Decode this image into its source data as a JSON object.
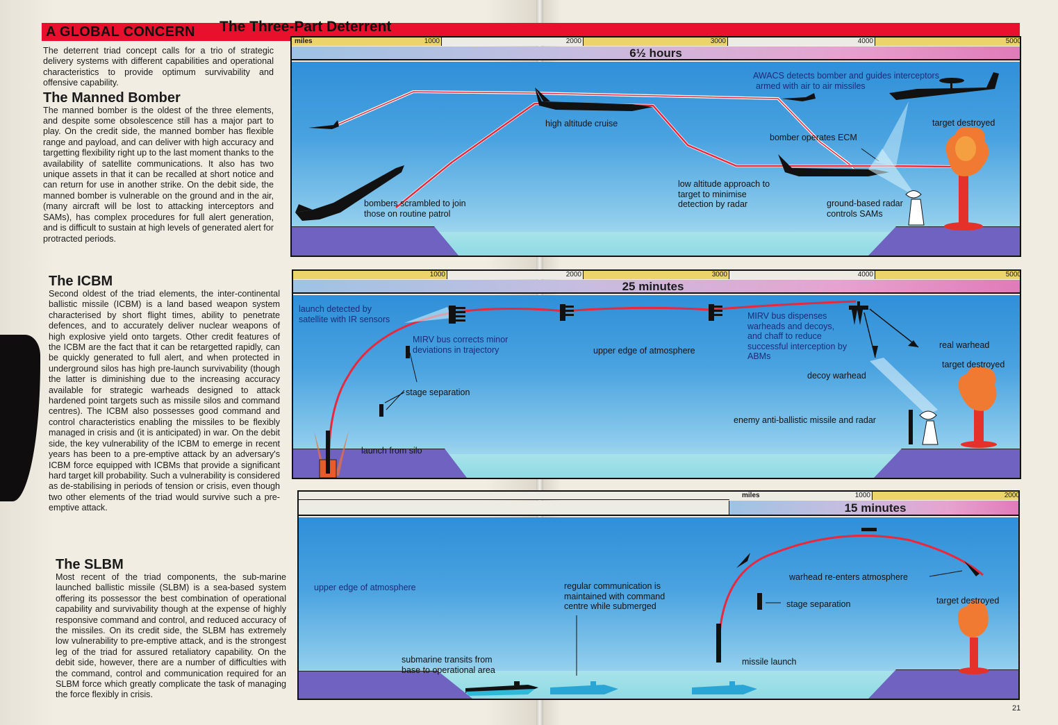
{
  "header": {
    "section": "A GLOBAL CONCERN",
    "title": "The Three-Part Deterrent"
  },
  "intro": "The deterrent triad concept calls for a trio of strategic delivery systems with different capabilities and operational characteristics to provide optimum survivability and offensive capability.",
  "sections": [
    {
      "heading": "The Manned Bomber",
      "body": "The manned bomber is the oldest of the three elements, and despite some obsolescence still has a major part to play. On the credit side, the manned bomber has flexible range and payload, and can deliver with high accuracy and targetting flexibility right up to the last moment thanks to the availability of satellite communications. It also has two unique assets in that it can be recalled at short notice and can return for use in another strike. On the debit side, the manned bomber is vulnerable on the ground and in the air, (many aircraft will be lost to attacking interceptors and SAMs), has complex procedures for full alert generation, and is difficult to sustain at high levels of generated alert for protracted periods."
    },
    {
      "heading": "The ICBM",
      "body": "Second oldest of the triad elements, the inter-continental ballistic missile (ICBM) is a land based weapon system characterised by short flight times, ability to penetrate defences, and to accurately deliver nuclear weapons of high explosive yield onto targets. Other credit features of the ICBM are the fact that it can be retargetted rapidly, can be quickly generated to full alert, and when protected in underground silos has high pre-launch survivability (though the latter is diminishing due to the increasing accuracy available for strategic warheads designed to attack hardened point targets such as missile silos and command centres). The ICBM also possesses good command and control characteristics enabling the missiles to be flexibly managed in crisis and (it is anticipated) in war. On the debit side, the key vulnerability of the ICBM to emerge in recent years has been to a pre-emptive attack by an adversary's ICBM force equipped with ICBMs that provide a significant hard target kill probability. Such a vulnerability is considered as de-stabilising in periods of tension or crisis, even though two other elements of the triad would survive such a pre-emptive attack."
    },
    {
      "heading": "The SLBM",
      "body": "Most recent of the triad components, the sub-marine launched ballistic missile (SLBM) is a sea-based system offering its possessor the best combination of operational capability and survivability though at the expense of highly responsive command and control, and reduced accuracy of the missiles. On its credit side, the SLBM has extremely low vulnerability to pre-emptive attack, and is the strongest leg of the triad for assured retaliatory capability. On the debit side, however, there are a number of difficulties with the command, control and communication required for an SLBM force which greatly complicate the task of managing the force flexibly in crisis."
    }
  ],
  "panels": {
    "bomber": {
      "scale_unit": "miles",
      "scale_ticks": [
        "1000",
        "2000",
        "3000",
        "4000",
        "5000"
      ],
      "time": "6½ hours",
      "labels": {
        "scramble": [
          "bombers scrambled to join",
          "those on routine patrol"
        ],
        "cruise": "high altitude cruise",
        "awacs": [
          "AWACS detects bomber and guides interceptors",
          "armed with air to air  missiles"
        ],
        "ecm": "bomber operates ECM",
        "low_alt": [
          "low altitude approach to",
          "target to minimise",
          "detection by radar"
        ],
        "radar": [
          "ground-based radar",
          "controls SAMs"
        ],
        "target": "target destroyed"
      }
    },
    "icbm": {
      "scale_ticks": [
        "1000",
        "2000",
        "3000",
        "4000",
        "5000"
      ],
      "time": "25 minutes",
      "labels": {
        "satellite": [
          "launch detected by",
          "satellite with IR sensors"
        ],
        "mirv_correct": [
          "MIRV bus corrects minor",
          "deviations in trajectory"
        ],
        "stage_sep": "stage separation",
        "silo": "launch from silo",
        "atmosphere": "upper edge of atmosphere",
        "mirv_dispense": [
          "MIRV bus dispenses",
          "warheads and decoys,",
          "and chaff to reduce",
          "successful interception by",
          "ABMs"
        ],
        "real": "real warhead",
        "decoy": "decoy warhead",
        "target": "target destroyed",
        "abm": "enemy anti-ballistic missile and radar"
      }
    },
    "slbm": {
      "scale_unit": "miles",
      "scale_ticks": [
        "1000",
        "2000"
      ],
      "time": "15 minutes",
      "labels": {
        "atmosphere": "upper edge of atmosphere",
        "transit": [
          "submarine transits from",
          "base to operational area"
        ],
        "comms": [
          "regular communication is",
          "maintained with command",
          "centre while submerged"
        ],
        "reenter": "warhead re-enters atmosphere",
        "stage_sep": "stage separation",
        "launch": "missile launch",
        "target": "target destroyed"
      }
    }
  },
  "page_number": "21",
  "colors": {
    "header_red": "#e8102c",
    "sky_blue": "#2f8fd8",
    "land_purple": "#6f62c0",
    "trajectory_red": "#e8283c",
    "scale_yellow": "#edd46a"
  }
}
